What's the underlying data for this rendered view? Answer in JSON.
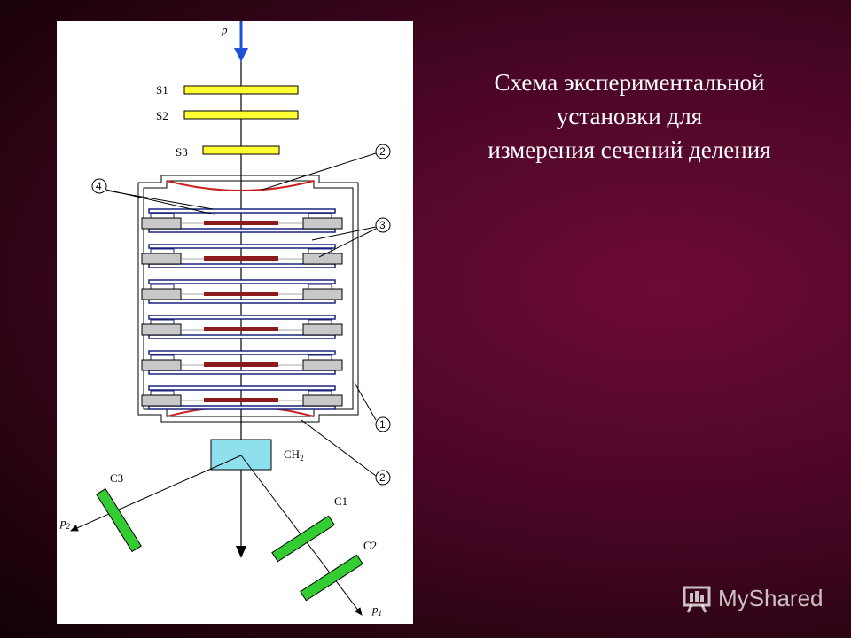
{
  "title": {
    "lines": [
      "Схема экспериментальной",
      "установки для",
      "измерения сечений деления"
    ]
  },
  "diagram": {
    "beam_label": "p",
    "detectors_top": [
      "S1",
      "S2",
      "S3"
    ],
    "target_label": "CH",
    "target_subscript": "2",
    "detectors_bottom": [
      "C3",
      "C1",
      "C2"
    ],
    "scattered_labels": [
      {
        "text": "p",
        "sub": "2"
      },
      {
        "text": "p",
        "sub": "1"
      }
    ],
    "callouts": [
      "4",
      "2",
      "3",
      "1",
      "2"
    ],
    "colors": {
      "beam_arrow": "#1f4fd8",
      "scintillator_top": "#ffff33",
      "window": "#cc2222",
      "target": "#8fe0ee",
      "scintillator_bottom": "#33cc33",
      "foil": "#8b1a1a",
      "electrode": "#1a237e",
      "spacer": "#c8c8c8"
    },
    "chamber_levels": 6
  },
  "watermark": {
    "text": "MyShared",
    "icon": "presentation-board-icon"
  }
}
